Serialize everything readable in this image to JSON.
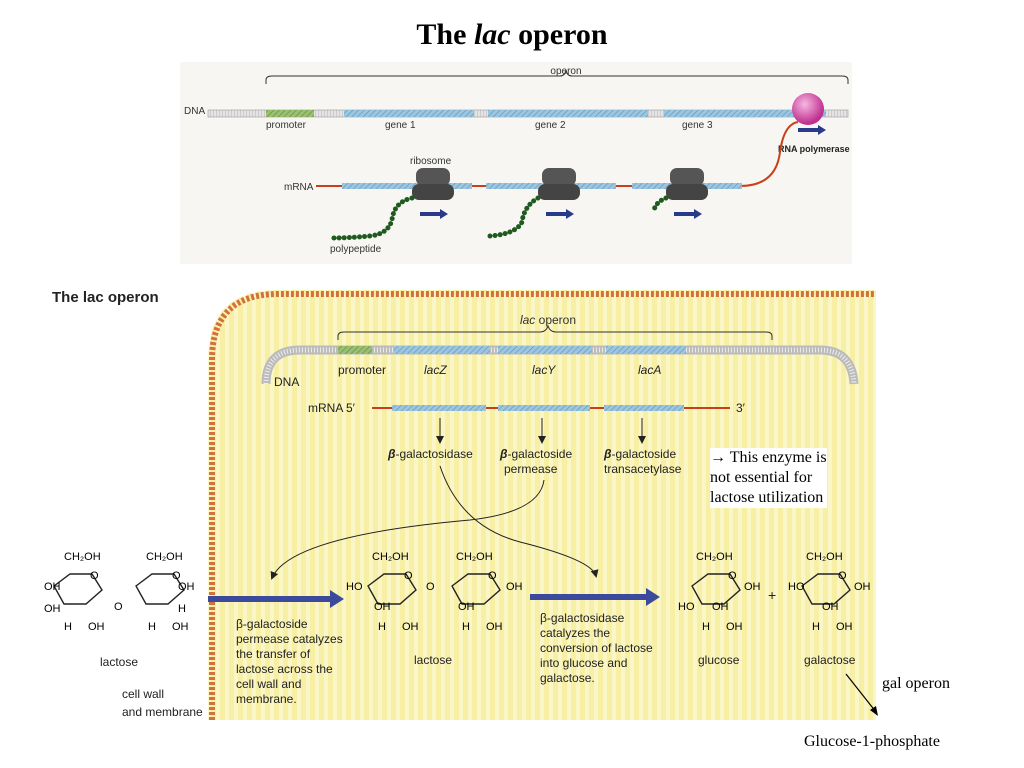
{
  "title": {
    "prefix": "The",
    "italic": "lac",
    "suffix": "operon"
  },
  "top_diagram": {
    "operon_label": "operon",
    "dna_label": "DNA",
    "promoter_label": "promoter",
    "genes": [
      "gene 1",
      "gene 2",
      "gene 3"
    ],
    "rna_polymerase_label": "RNA polymerase",
    "ribosome_label": "ribosome",
    "mrna_label": "mRNA",
    "polypeptide_label": "polypeptide"
  },
  "subtitle": "The lac operon",
  "cell_diagram": {
    "operon_label_italic": "lac",
    "operon_label_rest": " operon",
    "dna_label": "DNA",
    "promoter_label": "promoter",
    "genes": [
      "lacZ",
      "lacY",
      "lacA"
    ],
    "mrna_label": "mRNA 5′",
    "mrna_end": "3′",
    "enzymes": [
      {
        "greek": "β",
        "line1": "-galactosidase",
        "line2": ""
      },
      {
        "greek": "β",
        "line1": "-galactoside",
        "line2": "permease"
      },
      {
        "greek": "β",
        "line1": "-galactoside",
        "line2": "transacetylase"
      }
    ],
    "permease_text": [
      "β-galactoside",
      "permease catalyzes",
      "the transfer of",
      "lactose across the",
      "cell wall and",
      "membrane."
    ],
    "galactosidase_text": [
      "β-galactosidase",
      "catalyzes the",
      "conversion of lactose",
      "into glucose and",
      "galactose."
    ],
    "molecules": {
      "lactose_outside": "lactose",
      "lactose_inside": "lactose",
      "glucose": "glucose",
      "galactose": "galactose"
    },
    "plus": "+",
    "cell_wall_label": [
      "cell wall",
      "and membrane"
    ]
  },
  "notes": {
    "enzyme_note": [
      "→ This enzyme is",
      "not essential for",
      "lactose utilization"
    ],
    "gal_operon": "gal operon",
    "glucose_1_phosphate": "Glucose-1-phosphate"
  },
  "colors": {
    "gene": "#8fbfdc",
    "promoter": "#7aa05a",
    "mrna_line": "#c8401a",
    "cell_wall": "#d2723a",
    "cytoplasm": "#f6ef9a",
    "arrow": "#2a3a8a",
    "polymerase": "#d44aa6"
  }
}
